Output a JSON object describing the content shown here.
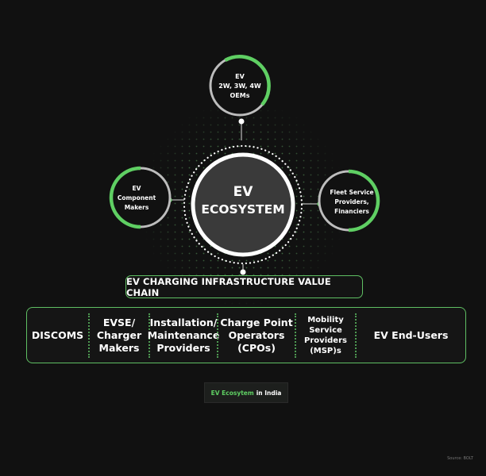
{
  "colors": {
    "accent": "#5fcf63",
    "background": "#111111",
    "ring": "#bdbdbd",
    "core": "#3a3a3a"
  },
  "center": {
    "line1": "EV",
    "line2": "ECOSYSTEM"
  },
  "nodes": {
    "top": [
      "EV",
      "2W, 3W, 4W",
      "OEMs"
    ],
    "left": [
      "EV",
      "Component",
      "Makers"
    ],
    "right": [
      "Fleet Service",
      "Providers,",
      "Financiers"
    ]
  },
  "chain_title": "EV CHARGING INFRASTRUCTURE VALUE CHAIN",
  "chain": [
    "DISCOMS",
    "EVSE/\nCharger\nMakers",
    "Installation/\nMaintenance\nProviders",
    "Charge Point\nOperators\n(CPOs)",
    "Mobility\nService\nProviders\n(MSP)s",
    "EV End-Users"
  ],
  "caption": {
    "highlight": "EV Ecosytem",
    "rest": "in India"
  },
  "source": "Source: BOLT"
}
